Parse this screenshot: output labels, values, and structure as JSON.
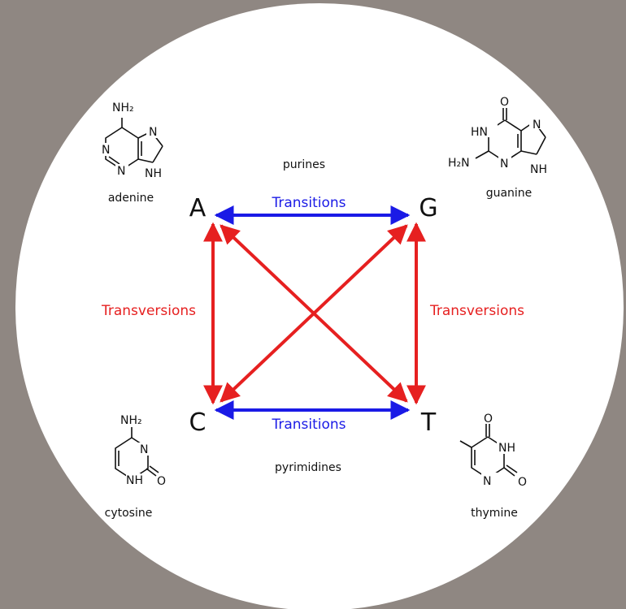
{
  "colors": {
    "background": "#8f8782",
    "circle": "#ffffff",
    "transition": "#1a1ae6",
    "transversion": "#e62020",
    "text": "#111111"
  },
  "bases": {
    "A": {
      "letter": "A",
      "name": "adenine"
    },
    "G": {
      "letter": "G",
      "name": "guanine"
    },
    "C": {
      "letter": "C",
      "name": "cytosine"
    },
    "T": {
      "letter": "T",
      "name": "thymine"
    }
  },
  "groups": {
    "top": "purines",
    "bottom": "pyrimidines"
  },
  "edges": {
    "top": "Transitions",
    "bottom": "Transitions",
    "left": "Transversions",
    "right": "Transversions"
  },
  "atoms": {
    "adenine": {
      "nh2": "NH₂",
      "n": "N",
      "nh": "NH"
    },
    "guanine": {
      "o": "O",
      "hn": "HN",
      "h2n": "H₂N",
      "n": "N",
      "nh": "NH"
    },
    "cytosine": {
      "nh2": "NH₂",
      "n": "N",
      "nh": "NH",
      "o": "O"
    },
    "thymine": {
      "o": "O",
      "nh": "NH",
      "n": "N"
    }
  }
}
